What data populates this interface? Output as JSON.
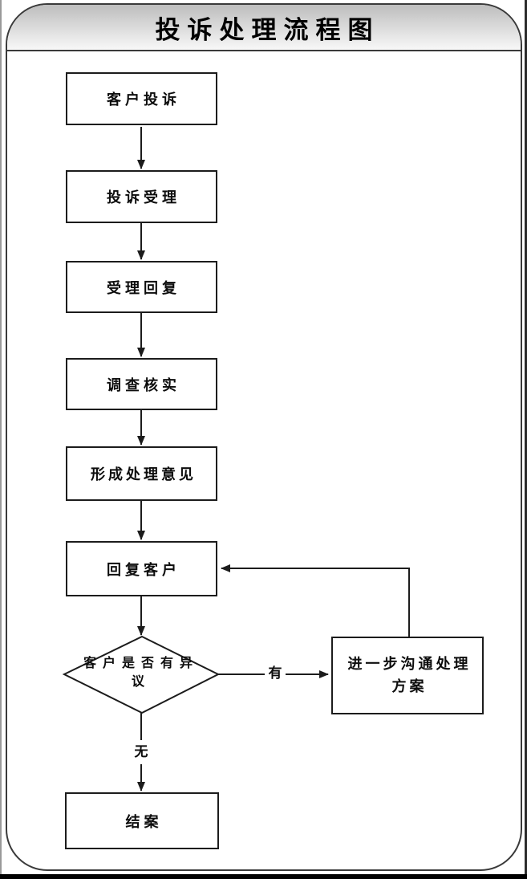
{
  "title": "投诉处理流程图",
  "flowchart": {
    "steps": [
      {
        "label": "客户投诉"
      },
      {
        "label": "投诉受理"
      },
      {
        "label": "受理回复"
      },
      {
        "label": "调查核实"
      },
      {
        "label": "形成处理意见"
      },
      {
        "label": "回复客户"
      }
    ],
    "decision": {
      "label": "客户是否有异议"
    },
    "yes_branch": {
      "edge_label": "有",
      "node_label": "进一步沟通处理方案"
    },
    "no_branch": {
      "edge_label": "无",
      "node_label": "结案"
    }
  },
  "colors": {
    "line": "#1c1c1c",
    "box_border": "#1c1c1c",
    "box_fill": "#ffffff",
    "frame_border": "#3a3a3a",
    "header_top": "#bdbdbd",
    "header_bottom": "#f8f8f8",
    "text": "#0d0d0d",
    "page_bg": "#ffffff",
    "page_edge": "#000000"
  }
}
